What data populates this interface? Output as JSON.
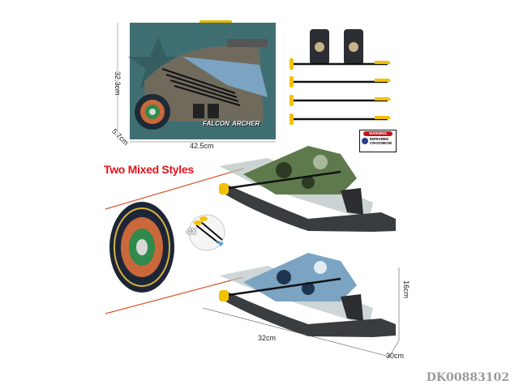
{
  "package": {
    "height_label": "32.3cm",
    "depth_label": "5.7cm",
    "width_label": "42.5cm",
    "brand_name": "FALCON",
    "brand_sub": "ARCHER"
  },
  "warning_label": {
    "title": "WARNING",
    "line1": "INFRARED",
    "line2": "CROSSBOW"
  },
  "headline": "Two Mixed Styles",
  "arrow_count": "4X",
  "product_dimensions": {
    "height_label": "16cm",
    "length_label": "32cm",
    "width_label": "30cm"
  },
  "sku": "DK00883102",
  "colors": {
    "headline": "#e0141c",
    "box": "#3f6f73",
    "accent_yellow": "#f2c200",
    "laser": "#d2542a"
  }
}
